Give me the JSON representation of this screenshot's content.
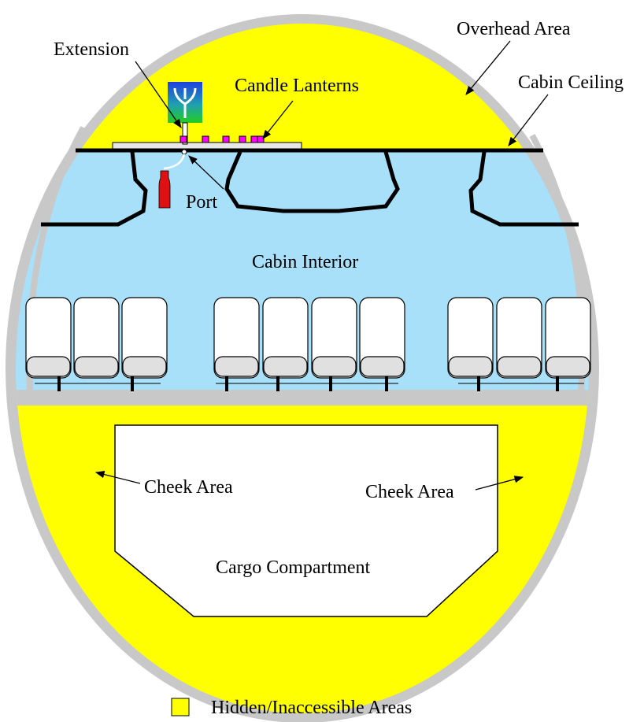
{
  "labels": {
    "extension": "Extension",
    "overhead_area": "Overhead Area",
    "candle_lanterns": "Candle Lanterns",
    "cabin_ceiling": "Cabin Ceiling",
    "port": "Port",
    "cabin_interior": "Cabin Interior",
    "cheek_area_left": "Cheek Area",
    "cheek_area_right": "Cheek Area",
    "cargo_compartment": "Cargo Compartment"
  },
  "legend": {
    "label": "Hidden/Inaccessible Areas",
    "color": "#ffff00"
  },
  "colors": {
    "hidden_area": "#ffff00",
    "cabin": "#a8e0fa",
    "hull": "#c8c8c8",
    "seat": "#ffffff",
    "seat_cushion": "#e0e0e0",
    "lantern": "#ff00ff",
    "extinguisher": "#dd1111",
    "outline": "#000000"
  }
}
